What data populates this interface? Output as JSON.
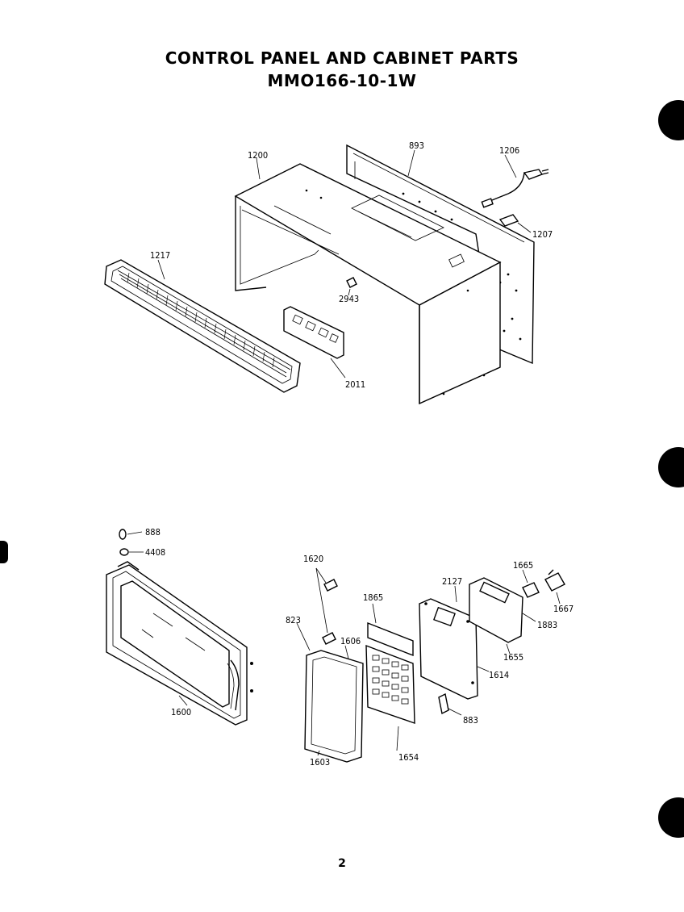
{
  "header": {
    "title": "CONTROL PANEL AND CABINET PARTS",
    "model": "MMO166-10-1W"
  },
  "footer": {
    "page_number": "2"
  },
  "callouts": {
    "p893": "893",
    "p1200": "1200",
    "p1206": "1206",
    "p1207": "1207",
    "p1217": "1217",
    "p2943": "2943",
    "p2011": "2011",
    "p888": "888",
    "p4408": "4408",
    "p1600": "1600",
    "p1620": "1620",
    "p823": "823",
    "p1606": "1606",
    "p1603": "1603",
    "p1865": "1865",
    "p1654": "1654",
    "p2127": "2127",
    "p1614": "1614",
    "p1665": "1665",
    "p1883": "1883",
    "p1667": "1667",
    "p1655": "1655",
    "p883": "883"
  }
}
